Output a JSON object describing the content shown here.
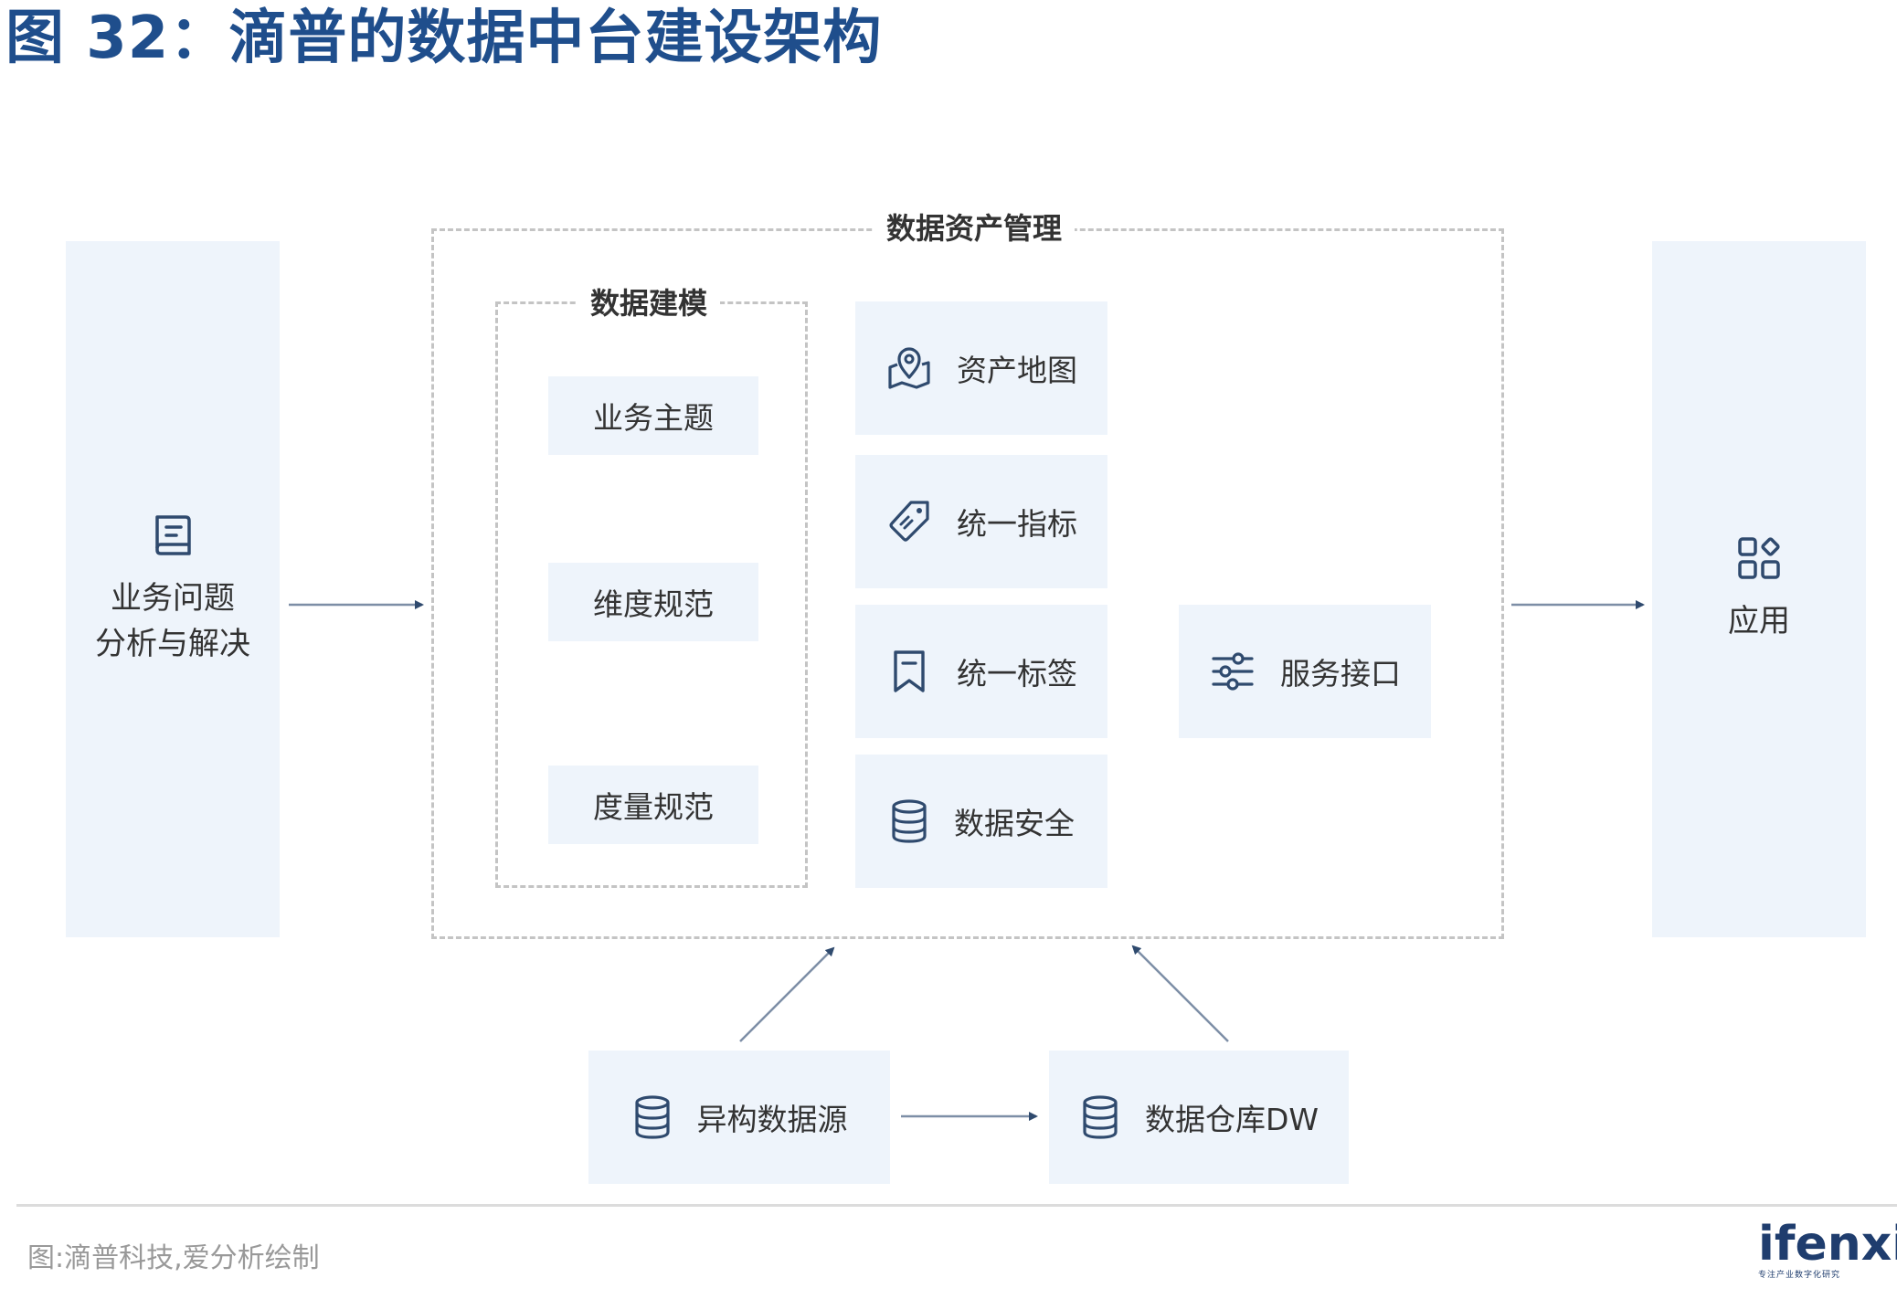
{
  "title": "图 32：滴普的数据中台建设架构",
  "left_panel": {
    "line1": "业务问题",
    "line2": "分析与解决"
  },
  "right_panel": {
    "label": "应用"
  },
  "asset_mgmt": {
    "title": "数据资产管理"
  },
  "modeling": {
    "title": "数据建模",
    "items": [
      "业务主题",
      "维度规范",
      "度量规范"
    ]
  },
  "assets": {
    "items": [
      "资产地图",
      "统一指标",
      "统一标签",
      "数据安全"
    ]
  },
  "service": {
    "label": "服务接口"
  },
  "sources": {
    "hetero": "异构数据源",
    "warehouse": "数据仓库DW"
  },
  "footer": {
    "caption": "图:滴普科技,爱分析绘制",
    "brand": "ifenxi",
    "brand_sub": "专注产业数字化研究"
  },
  "colors": {
    "title": "#1f4e8c",
    "panel": "#eef4fb",
    "icon": "#2f4a6e",
    "arrow": "#2f4a6e",
    "brand": "#1f3d6e"
  },
  "icons": {
    "left_panel": "book-icon",
    "right_panel": "apps-grid-icon",
    "asset_map": "map-pin-icon",
    "metrics": "tag-icon",
    "labels": "bookmark-icon",
    "security": "database-icon",
    "service": "sliders-icon",
    "hetero": "database-icon",
    "warehouse": "database-icon"
  }
}
